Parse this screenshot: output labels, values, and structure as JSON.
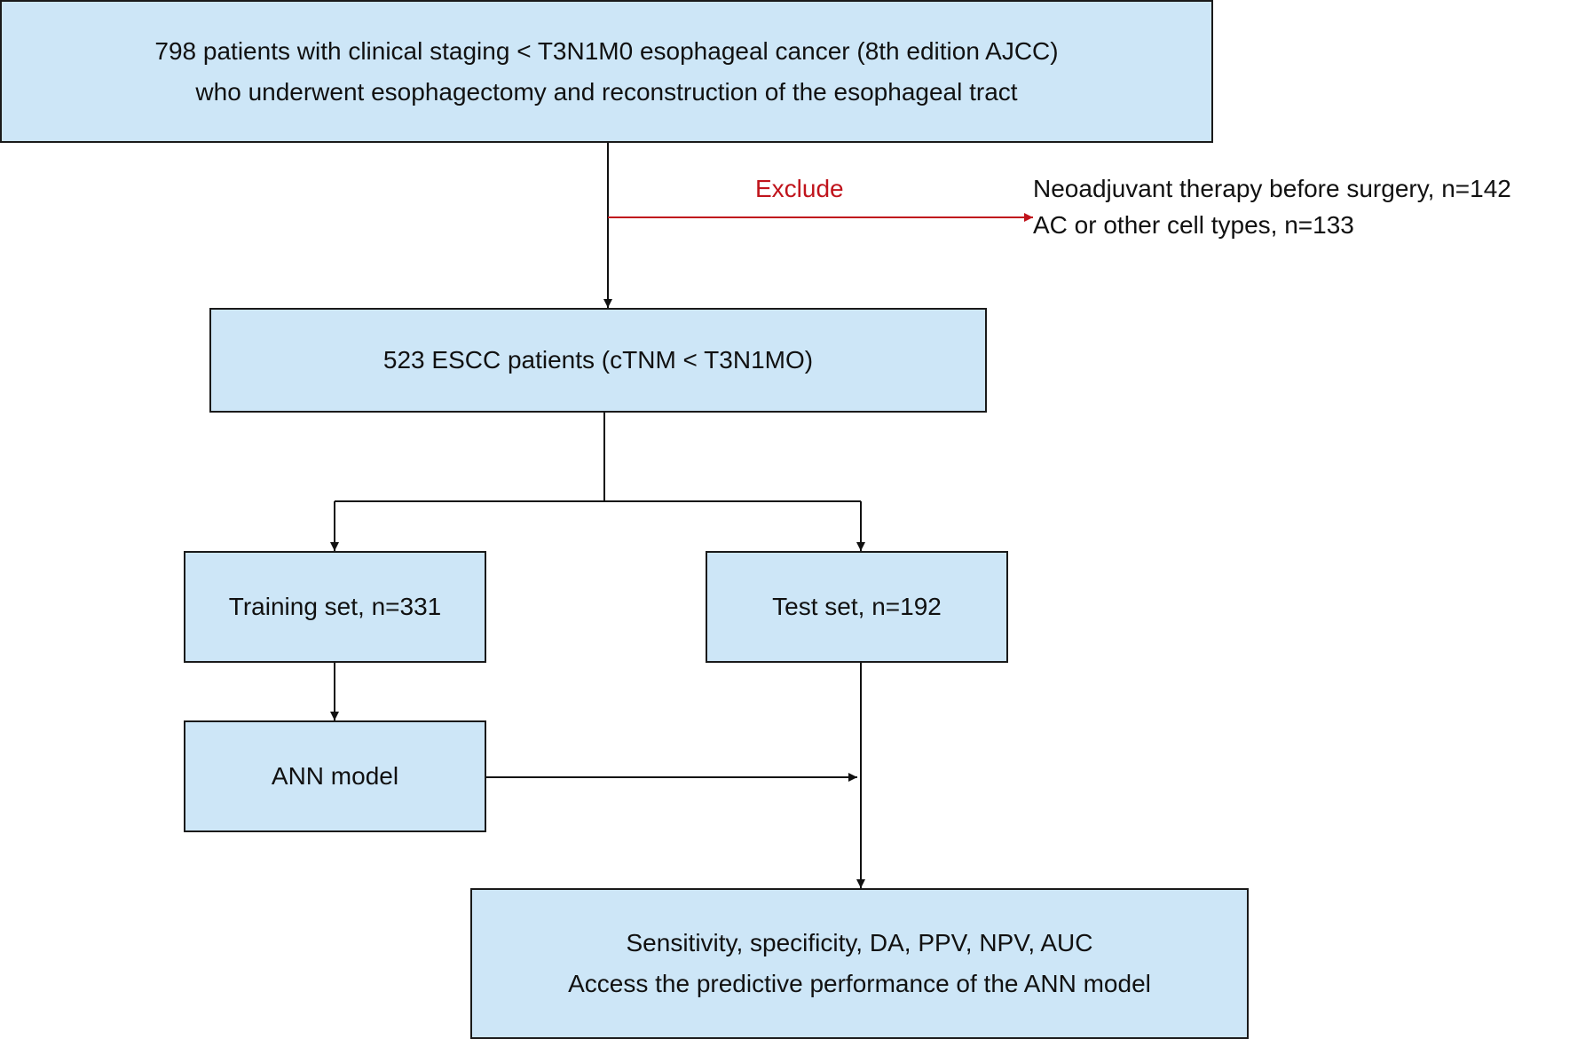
{
  "colors": {
    "box_fill": "#cde6f7",
    "box_border": "#1a1a1a",
    "arrow": "#111111",
    "exclude": "#c0141c"
  },
  "boxes": {
    "top": [
      "798 patients with clinical staging < T3N1M0 esophageal cancer (8th edition AJCC)",
      "who underwent esophagectomy and reconstruction of the esophageal tract"
    ],
    "escc": "523 ESCC patients (cTNM < T3N1MO)",
    "training": "Training set, n=331",
    "test": "Test set, n=192",
    "ann": "ANN model",
    "result": [
      "Sensitivity, specificity, DA, PPV, NPV, AUC",
      "Access the predictive performance of the ANN model"
    ]
  },
  "exclusion": {
    "label": "Exclude",
    "items": [
      "Neoadjuvant therapy before surgery, n=142",
      "AC or other cell types, n=133"
    ]
  }
}
